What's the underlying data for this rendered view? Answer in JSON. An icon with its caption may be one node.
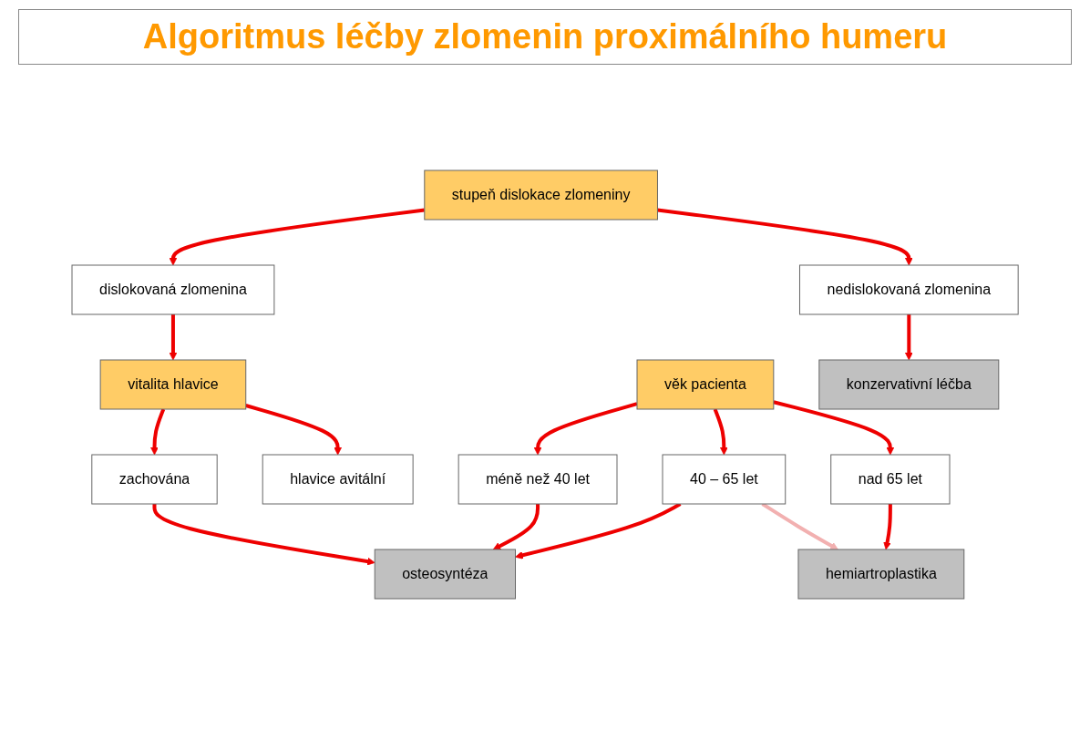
{
  "diagram": {
    "title": "Algoritmus léčby zlomenin proximálního humeru",
    "nodes": [
      {
        "text": [
          "stupeň dislokace zlomeniny"
        ]
      },
      {
        "text": [
          "nedislokovaná zlomenina"
        ]
      },
      {
        "text": [
          "dislokovaná zlomenina"
        ]
      },
      {
        "text": [
          "vitalita hlavice"
        ]
      },
      {
        "text": [
          "zachována"
        ]
      },
      {
        "text": [
          "hlavice avitální"
        ]
      },
      {
        "text": [
          "věk pacienta"
        ]
      },
      {
        "text": [
          "méně než 40 let"
        ]
      },
      {
        "text": [
          "40 – 65 let"
        ]
      },
      {
        "text": [
          "nad 65 let"
        ]
      },
      {
        "text": [
          "konzervativní léčba"
        ]
      },
      {
        "text": [
          "osteosyntéza"
        ]
      },
      {
        "text": [
          "hemiartroplastika"
        ]
      }
    ],
    "edges": [
      {
        "from": 0,
        "to": 1,
        "arrow": "to"
      },
      {
        "from": 0,
        "to": 2,
        "arrow": "to"
      },
      {
        "from": 1,
        "to": 10,
        "arrow": "to"
      },
      {
        "from": 2,
        "to": 3,
        "arrow": "to"
      },
      {
        "from": 3,
        "to": 4,
        "arrow": "to"
      },
      {
        "from": 3,
        "to": 5,
        "arrow": "to"
      },
      {
        "from": 4,
        "to": 11,
        "arrow": "to"
      },
      {
        "from": 6,
        "to": 7,
        "arrow": "to"
      },
      {
        "from": 6,
        "to": 8,
        "arrow": "to"
      },
      {
        "from": 6,
        "to": 9,
        "arrow": "to"
      },
      {
        "from": 7,
        "to": 11,
        "arrow": "to"
      },
      {
        "from": 8,
        "to": 11,
        "arrow": "to"
      },
      {
        "from": 8,
        "to": 12,
        "arrow": "to",
        "color": "#f2b0b0"
      },
      {
        "from": 9,
        "to": 12,
        "arrow": "to"
      }
    ]
  }
}
